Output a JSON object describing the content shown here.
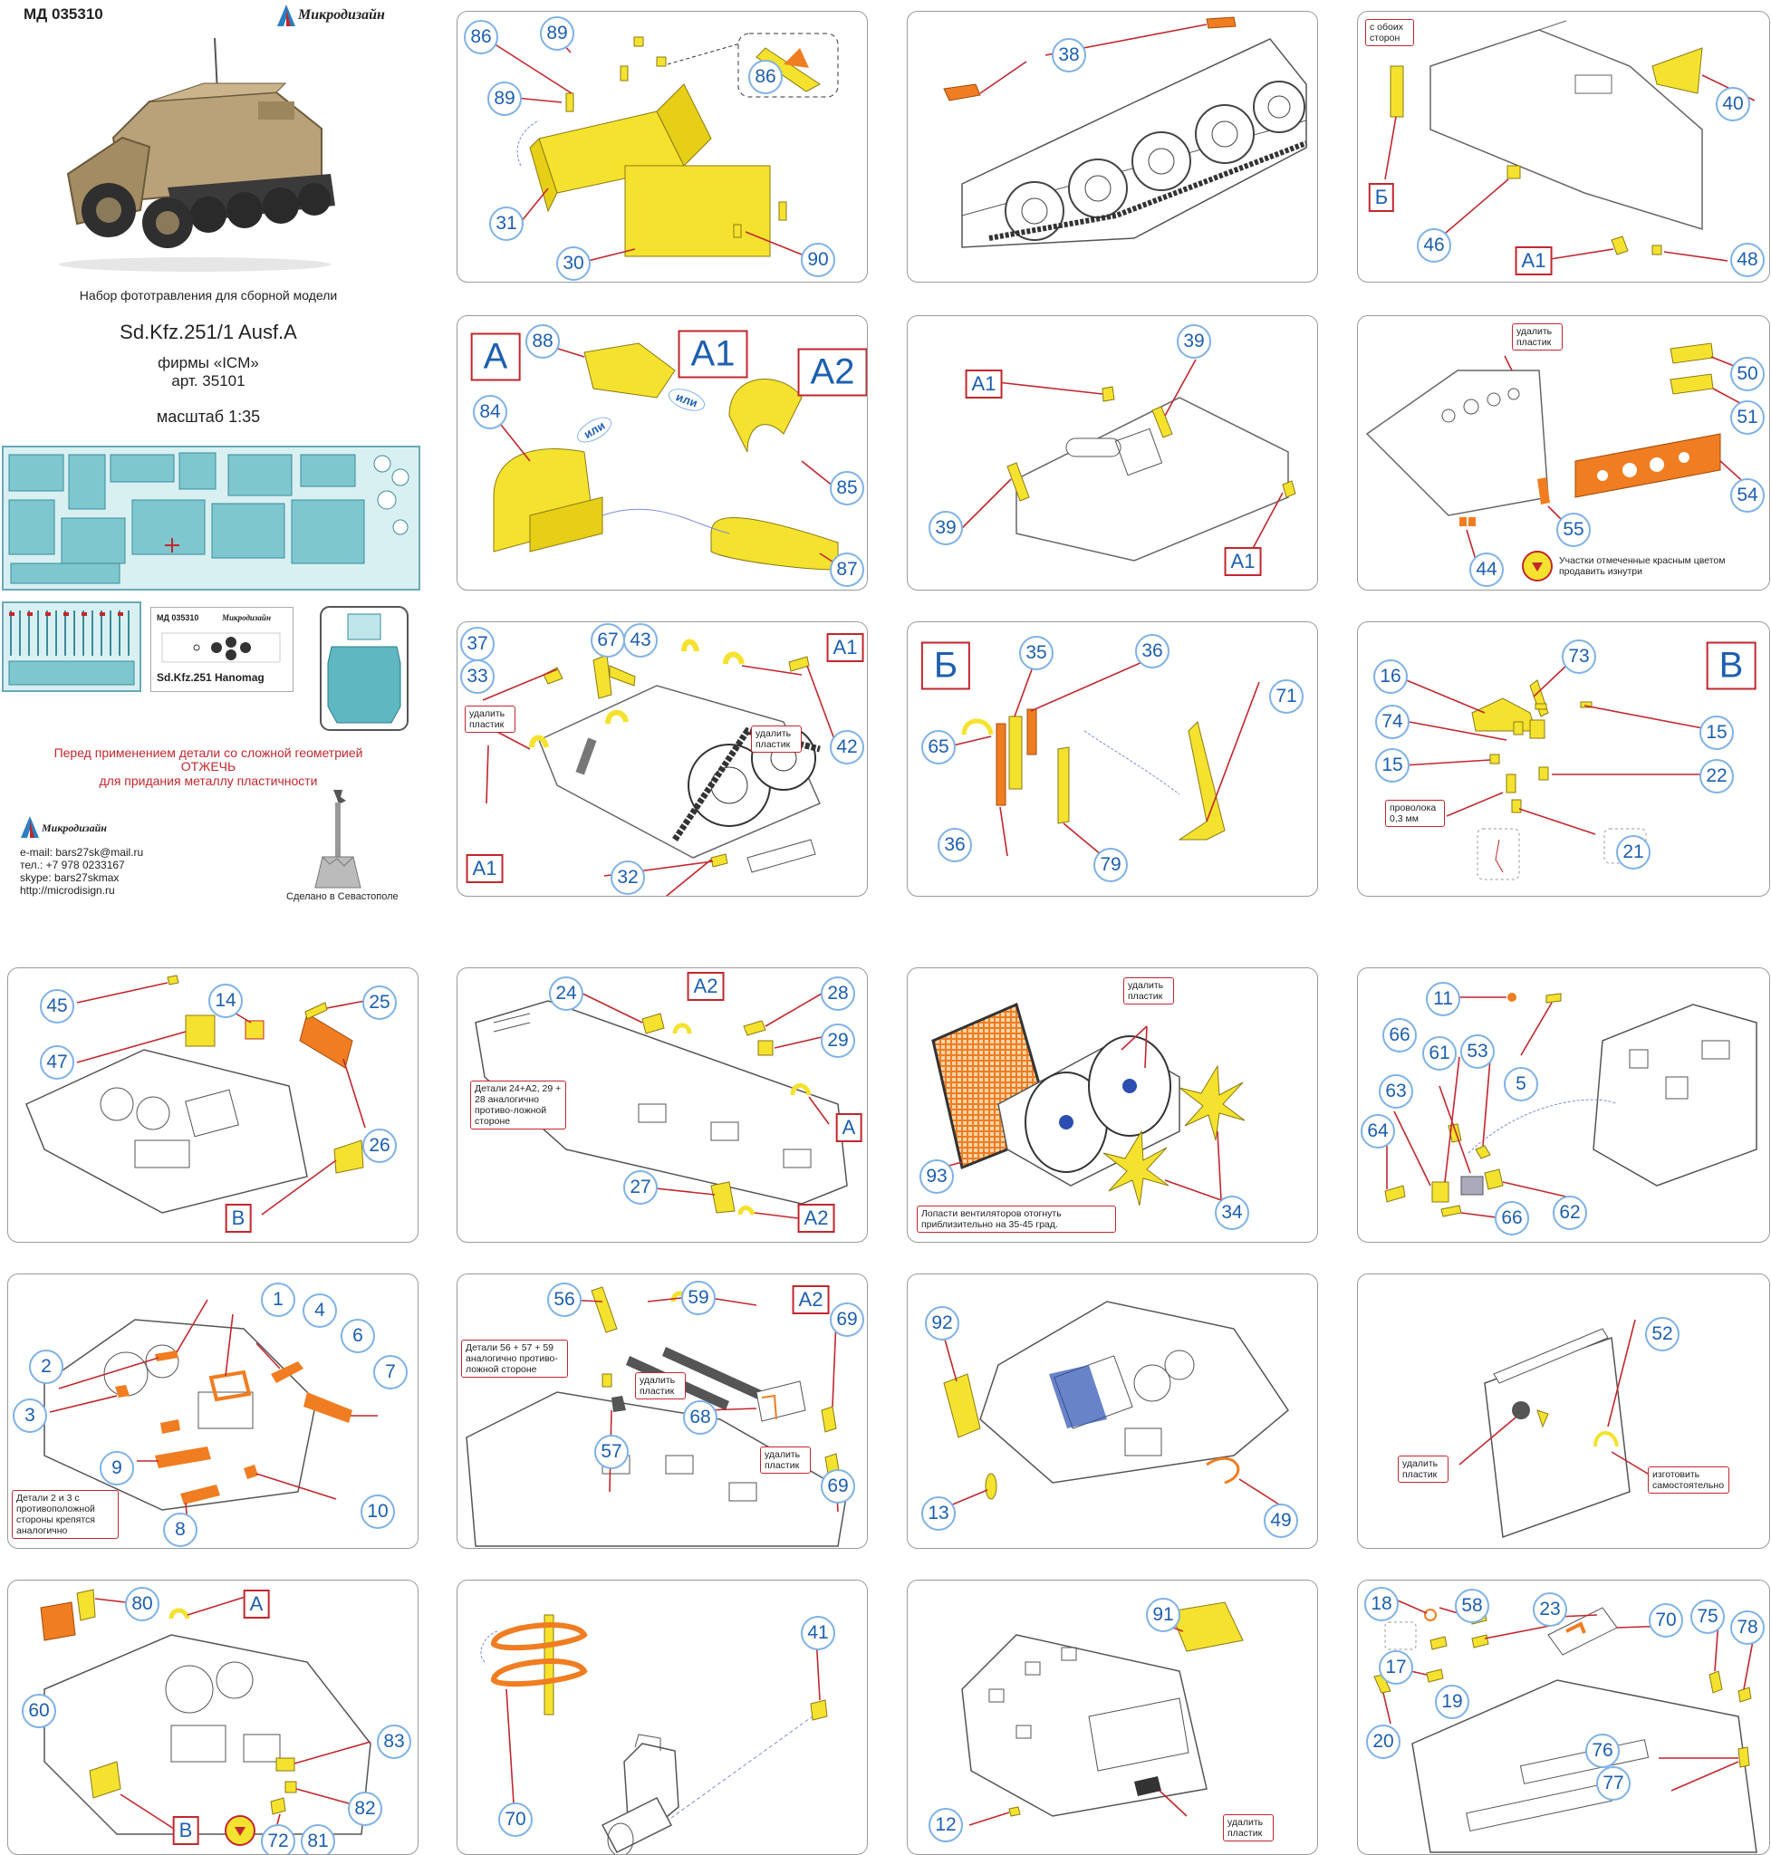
{
  "header": {
    "code": "МД 035310",
    "brand": "Микродизайн"
  },
  "info": {
    "kit_line": "Набор фототравления для сборной модели",
    "model": "Sd.Kfz.251/1 Ausf.A",
    "maker": "фирмы «ICM»",
    "article": "арт. 35101",
    "scale": "масштаб 1:35",
    "sheet2_code": "МД 035310",
    "sheet2_brand": "Микродизайн",
    "sheet2_title": "Sd.Kfz.251 Hanomag",
    "warning_1": "Перед применением детали со сложной геометрией",
    "warning_2": "ОТЖЕЧЬ",
    "warning_3": "для придания металлу пластичности",
    "contact_brand": "Микродизайн",
    "email": "e-mail: bars27sk@mail.ru",
    "phone": "тел.: +7 978 0233167",
    "skype": "skype: bars27skmax",
    "site": "http://microdisign.ru",
    "made_in": "Сделано в Севастополе"
  },
  "panels": [
    {
      "id": "p1",
      "nums": [
        "86",
        "89",
        "89",
        "31",
        "30",
        "90",
        "86"
      ],
      "labels": [],
      "notes": []
    },
    {
      "id": "p2",
      "nums": [
        "38"
      ],
      "labels": [],
      "notes": []
    },
    {
      "id": "p3",
      "nums": [
        "40",
        "46",
        "48"
      ],
      "labels": [
        "Б",
        "А1"
      ],
      "notes": [
        "с обоих сторон"
      ]
    },
    {
      "id": "p4",
      "nums": [
        "88",
        "84",
        "85",
        "87"
      ],
      "labels": [
        "А",
        "А1",
        "А2"
      ],
      "notes": [],
      "ili": [
        "или",
        "или"
      ]
    },
    {
      "id": "p5",
      "nums": [
        "39",
        "39"
      ],
      "labels": [
        "А1",
        "А1"
      ],
      "notes": []
    },
    {
      "id": "p6",
      "nums": [
        "50",
        "51",
        "54",
        "55",
        "44"
      ],
      "labels": [],
      "notes": [
        "удалить пластик",
        "Участки отмеченные красным цветом продавить изнутри"
      ]
    },
    {
      "id": "p7",
      "nums": [
        "37",
        "67",
        "43",
        "33",
        "42",
        "32"
      ],
      "labels": [
        "А1",
        "А1"
      ],
      "notes": [
        "удалить пластик",
        "удалить пластик"
      ]
    },
    {
      "id": "p8",
      "nums": [
        "35",
        "36",
        "65",
        "71",
        "36",
        "79"
      ],
      "labels": [
        "Б"
      ],
      "notes": []
    },
    {
      "id": "p9",
      "nums": [
        "16",
        "73",
        "74",
        "15",
        "15",
        "22",
        "21"
      ],
      "labels": [
        "В"
      ],
      "notes": [
        "проволока 0,3 мм"
      ]
    },
    {
      "id": "p10",
      "nums": [
        "45",
        "14",
        "25",
        "47",
        "26"
      ],
      "labels": [
        "В"
      ],
      "notes": []
    },
    {
      "id": "p11",
      "nums": [
        "24",
        "28",
        "29",
        "27"
      ],
      "labels": [
        "А2",
        "А",
        "А2"
      ],
      "notes": [
        "Детали 24+А2, 29 + 28 аналогично противо-ложной стороне"
      ]
    },
    {
      "id": "p12",
      "nums": [
        "93",
        "34"
      ],
      "labels": [],
      "notes": [
        "удалить пластик",
        "Лопасти вентиляторов отогнуть приблизительно на 35-45 град."
      ]
    },
    {
      "id": "p13",
      "nums": [
        "11",
        "66",
        "61",
        "53",
        "5",
        "63",
        "64",
        "66",
        "62"
      ],
      "labels": [],
      "notes": []
    },
    {
      "id": "p14",
      "nums": [
        "1",
        "4",
        "6",
        "2",
        "7",
        "3",
        "9",
        "10",
        "8"
      ],
      "labels": [],
      "notes": [
        "Детали 2 и 3 с противоположной стороны крепятся аналогично"
      ]
    },
    {
      "id": "p15",
      "nums": [
        "56",
        "59",
        "69",
        "68",
        "57",
        "69"
      ],
      "labels": [
        "А2"
      ],
      "notes": [
        "Детали 56 + 57 + 59 аналогично противо-ложной стороне",
        "удалить пластик",
        "удалить пластик"
      ]
    },
    {
      "id": "p16",
      "nums": [
        "92",
        "13",
        "49"
      ],
      "labels": [],
      "notes": []
    },
    {
      "id": "p17",
      "nums": [
        "52"
      ],
      "labels": [],
      "notes": [
        "удалить пластик",
        "изготовить самостоятельно"
      ]
    },
    {
      "id": "p18",
      "nums": [
        "80",
        "60",
        "83",
        "82",
        "72",
        "81"
      ],
      "labels": [
        "А",
        "В"
      ],
      "notes": []
    },
    {
      "id": "p19",
      "nums": [
        "41",
        "70"
      ],
      "labels": [],
      "notes": []
    },
    {
      "id": "p20",
      "nums": [
        "91",
        "12"
      ],
      "labels": [],
      "notes": [
        "удалить пластик"
      ]
    },
    {
      "id": "p21",
      "nums": [
        "18",
        "58",
        "23",
        "70",
        "75",
        "78",
        "17",
        "19",
        "20",
        "76",
        "77"
      ],
      "labels": [],
      "notes": []
    }
  ]
}
